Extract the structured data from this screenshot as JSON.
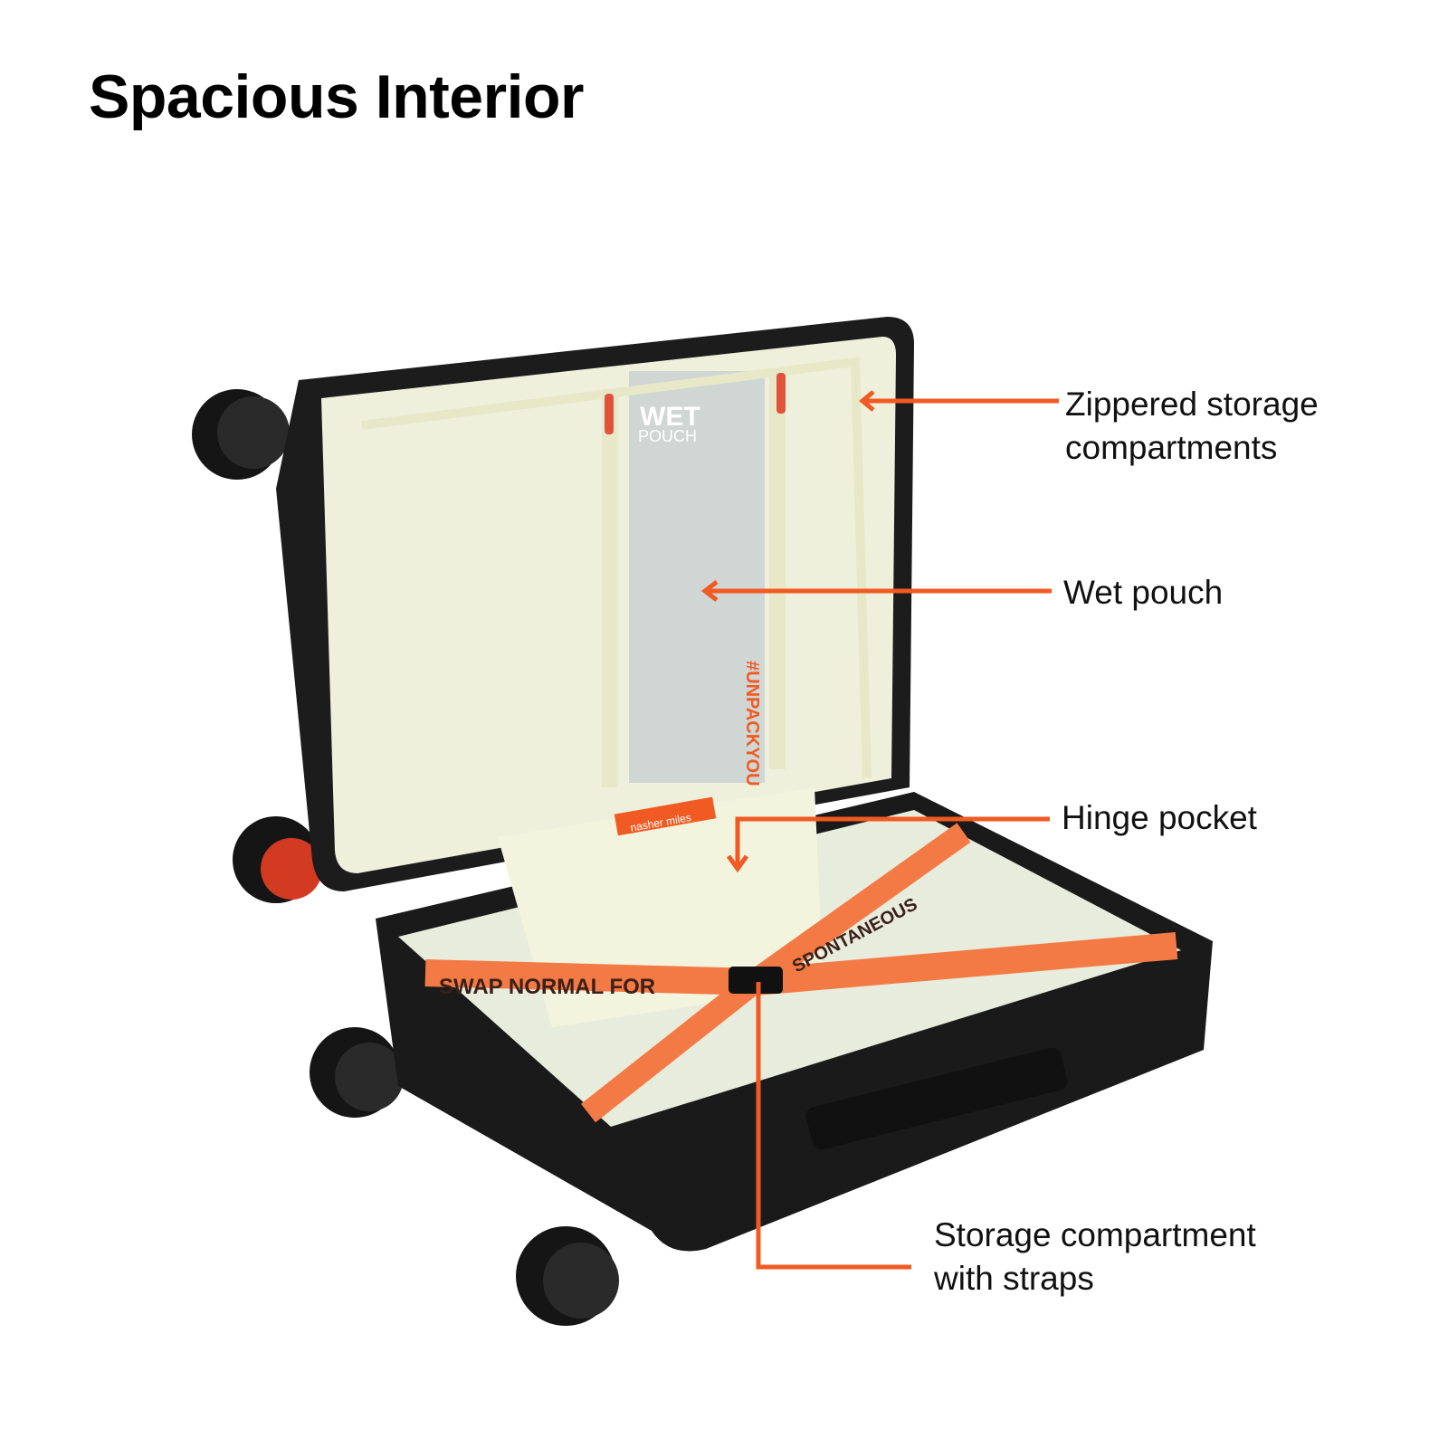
{
  "title": "Spacious Interior",
  "callouts": [
    {
      "line1": "Zippered storage",
      "line2": "compartments"
    },
    {
      "line1": "Wet pouch",
      "line2": ""
    },
    {
      "line1": "Hinge pocket",
      "line2": ""
    },
    {
      "line1": "Storage compartment",
      "line2": "with straps"
    }
  ],
  "product_text": {
    "wet": "WET",
    "pouch": "POUCH",
    "hashtag": "#UNPACKYOU",
    "strap": "SWAP NORMAL FOR",
    "strap2": "SPONTANEOUS",
    "brand": "nasher miles"
  },
  "colors": {
    "accent": "#f15a22",
    "shell": "#1c1c1c",
    "lining": "#eef0dc",
    "pouch": "#cfd6d4"
  }
}
